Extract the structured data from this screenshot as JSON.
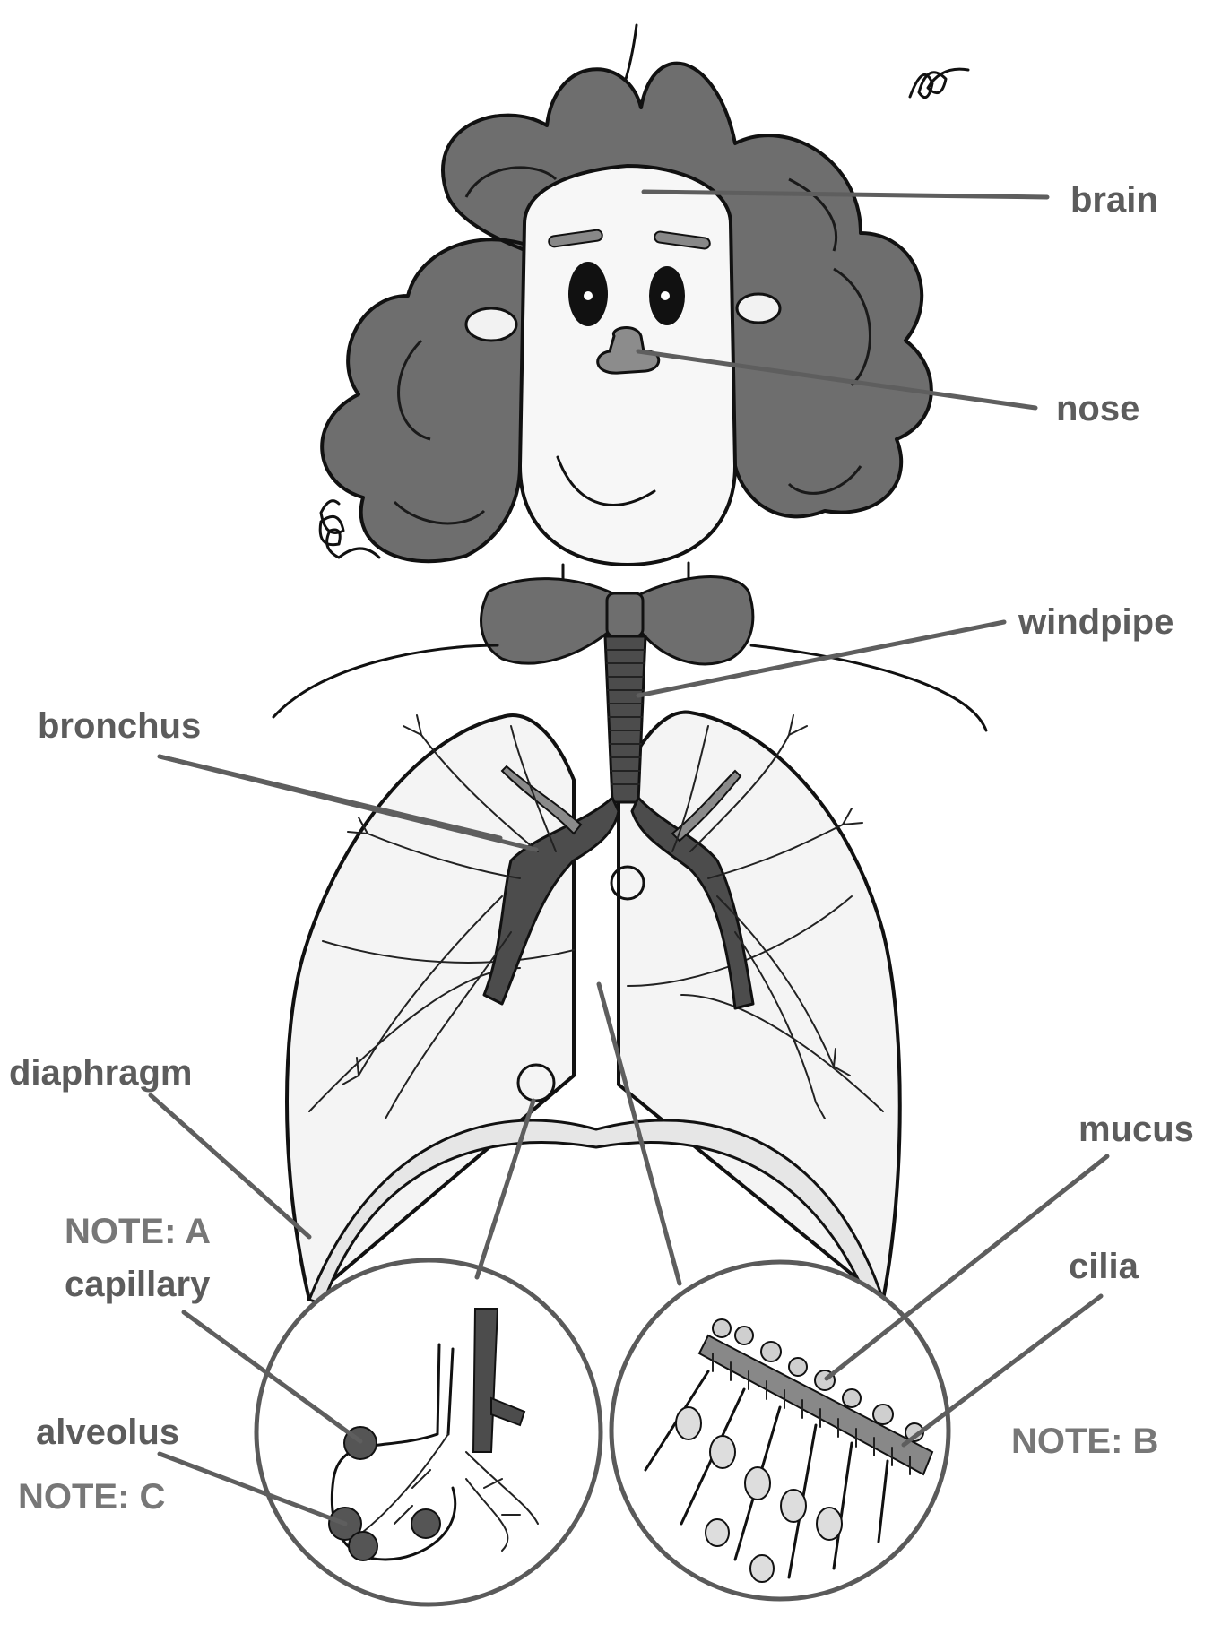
{
  "labels": {
    "brain": "brain",
    "nose": "nose",
    "windpipe": "windpipe",
    "bronchus": "bronchus",
    "diaphragm": "diaphragm",
    "mucus": "mucus",
    "cilia": "cilia",
    "note_a": "NOTE: A",
    "capillary": "capillary",
    "alveolus": "alveolus",
    "note_c": "NOTE: C",
    "note_b": "NOTE: B"
  },
  "colors": {
    "label_text": "#5c5c5c",
    "note_text": "#777777",
    "hair_fill": "#6e6e6e",
    "airway_fill": "#4c4c4c"
  }
}
